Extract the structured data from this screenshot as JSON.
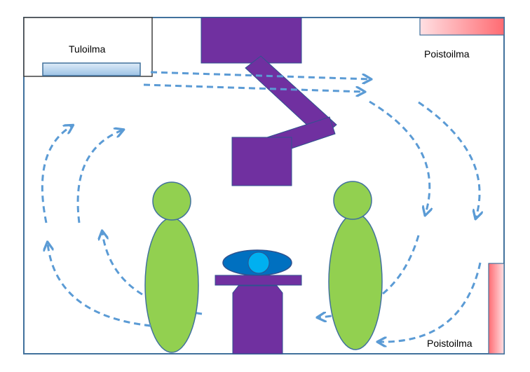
{
  "labels": {
    "supply_air": "Tuloilma",
    "exhaust_air_top": "Poistoilma",
    "exhaust_air_bottom": "Poistoilma"
  },
  "colors": {
    "room_border": "#41719c",
    "arm_fill": "#7030a0",
    "arm_stroke": "#2f528f",
    "person_fill": "#92d050",
    "person_stroke": "#41719c",
    "airflow": "#5b9bd5",
    "supply_vent": "#bdd7ee",
    "exhaust_vent": "#ff7c80",
    "patient_body": "#0070c0",
    "patient_head": "#00b0f0",
    "table_fill": "#7030a0"
  },
  "icons": {
    "supply_vent": "supply-vent-icon",
    "exhaust_vent_top": "exhaust-vent-top-icon",
    "exhaust_vent_side": "exhaust-vent-side-icon",
    "surgical_light": "surgical-light-icon",
    "person_left": "person-left-icon",
    "person_right": "person-right-icon",
    "patient": "patient-icon",
    "operating_table": "operating-table-icon"
  }
}
